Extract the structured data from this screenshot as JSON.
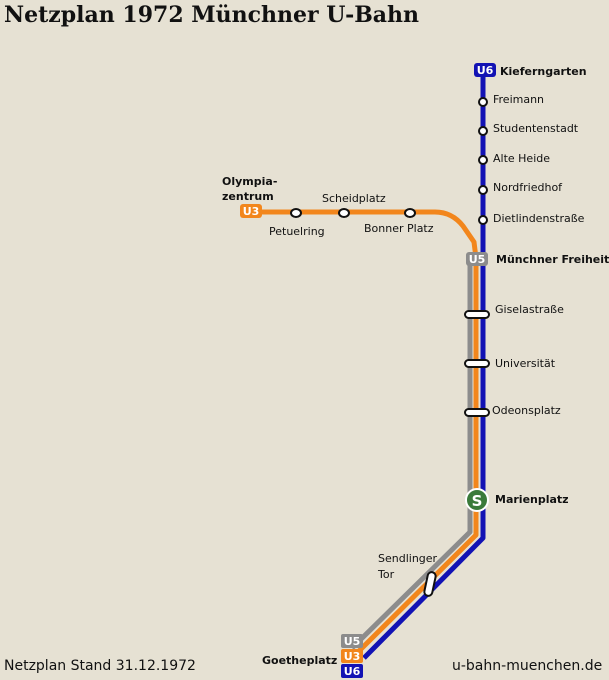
{
  "title": "Netzplan 1972 Münchner U-Bahn",
  "footer": {
    "stand": "Netzplan Stand 31.12.1972",
    "website": "u-bahn-muenchen.de"
  },
  "colors": {
    "background": "#e6e1d3",
    "u3": "#f2861c",
    "u5": "#8c8c8c",
    "u6": "#1212b4",
    "sbahn": "#3a7a3a"
  },
  "lines": {
    "u3": "U3",
    "u5": "U5",
    "u6": "U6"
  },
  "stations": {
    "kieferngarten": "Kieferngarten",
    "freimann": "Freimann",
    "studentenstadt": "Studentenstadt",
    "alte_heide": "Alte Heide",
    "nordfriedhof": "Nordfriedhof",
    "dietlindenstrasse": "Dietlindenstraße",
    "muenchner_freiheit": "Münchner Freiheit",
    "giselastrasse": "Giselastraße",
    "universitaet": "Universität",
    "odeonsplatz": "Odeonsplatz",
    "marienplatz": "Marienplatz",
    "sendlinger_tor_1": "Sendlinger",
    "sendlinger_tor_2": "Tor",
    "goetheplatz": "Goetheplatz",
    "olympiazentrum_1": "Olympia-",
    "olympiazentrum_2": "zentrum",
    "petuelring": "Petuelring",
    "scheidplatz": "Scheidplatz",
    "bonner_platz": "Bonner Platz"
  },
  "sbahn_symbol": "S"
}
